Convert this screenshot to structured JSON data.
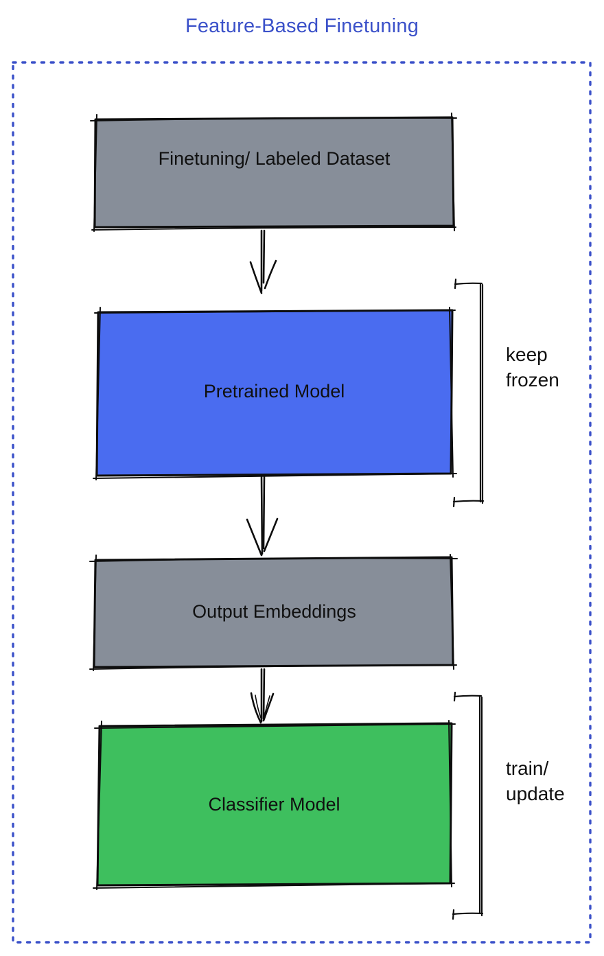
{
  "title": {
    "text": "Feature-Based Finetuning",
    "color": "#3B51C9"
  },
  "canvas": {
    "background": "#FFFFFF",
    "border_color": "#3B51C9",
    "sketch_stroke_color": "#0D0D0D"
  },
  "boxes": [
    {
      "id": "finetuning-dataset",
      "label": "Finetuning/ Labeled Dataset",
      "fill": "#878E99"
    },
    {
      "id": "pretrained-model",
      "label": "Pretrained Model",
      "fill": "#4A6CF0"
    },
    {
      "id": "output-embeddings",
      "label": "Output Embeddings",
      "fill": "#878E99"
    },
    {
      "id": "classifier-model",
      "label": "Classifier Model",
      "fill": "#3EBF5E"
    }
  ],
  "annotations": [
    {
      "id": "keep-frozen",
      "lines": [
        "keep",
        "frozen"
      ],
      "target": "Pretrained Model"
    },
    {
      "id": "train-update",
      "lines": [
        "train/",
        "update"
      ],
      "target": "Classifier Model"
    }
  ],
  "connectors": [
    {
      "from": "Finetuning/ Labeled Dataset",
      "to": "Pretrained Model",
      "style": "arrow-down"
    },
    {
      "from": "Pretrained Model",
      "to": "Output Embeddings",
      "style": "arrow-down"
    },
    {
      "from": "Output Embeddings",
      "to": "Classifier Model",
      "style": "arrow-down"
    }
  ]
}
